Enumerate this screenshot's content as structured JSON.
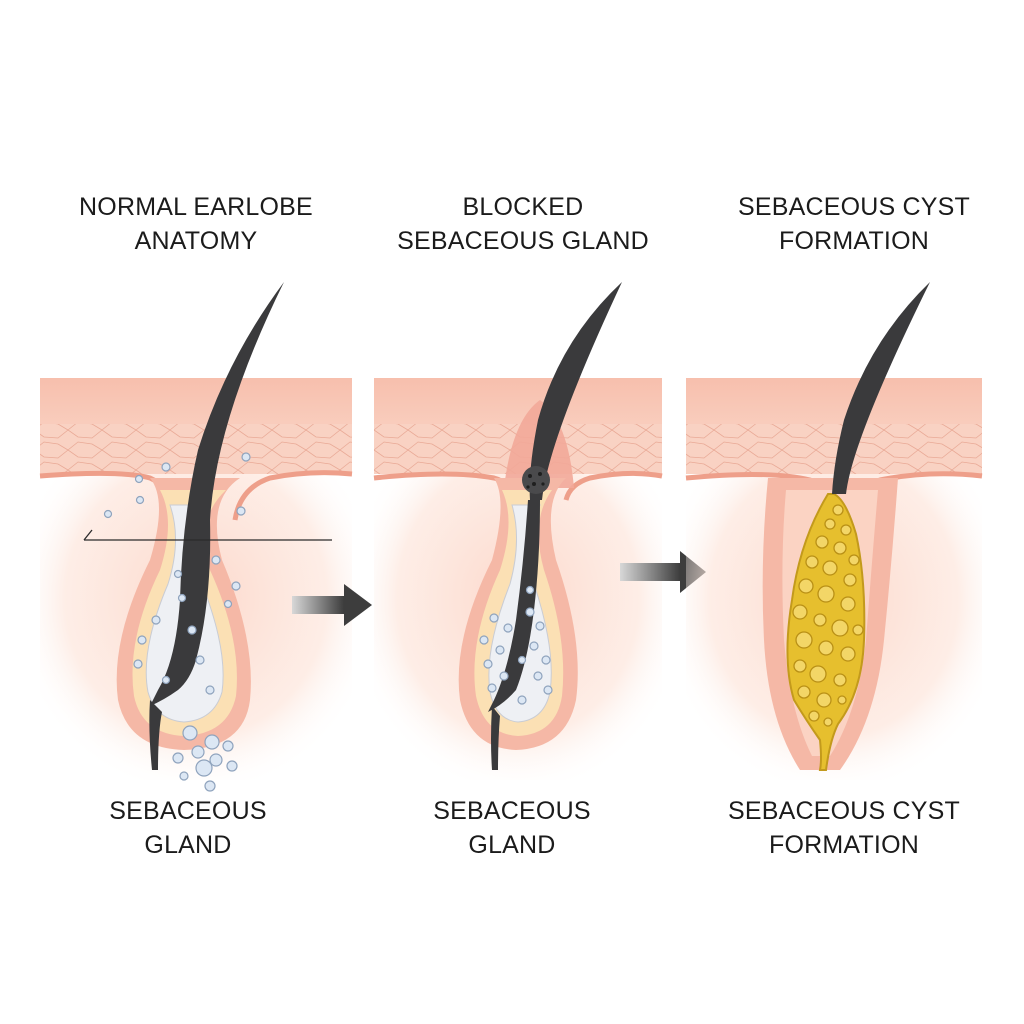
{
  "panels": [
    {
      "title_lines": [
        "NORMAL EARLOBE",
        "ANATOMY"
      ],
      "caption_lines": [
        "SEBACEOUS",
        "GLAND"
      ]
    },
    {
      "title_lines": [
        "BLOCKED",
        "SEBACEOUS GLAND"
      ],
      "caption_lines": [
        "SEBACEOUS",
        "GLAND"
      ]
    },
    {
      "title_lines": [
        "SEBACEOUS CYST",
        "FORMATION"
      ],
      "caption_lines": [
        "SEBACEOUS CYST",
        "FORMATION"
      ]
    }
  ],
  "colors": {
    "skin": "#f8c3b2",
    "skin_light": "#fbd9cc",
    "dermis_glow": "#fde2d8",
    "gland_wall": "#f3b2a0",
    "hair": "#3a3a3c",
    "sebum_bubble": "#dbe8f5",
    "cyst_fill": "#e8c233",
    "arrow": "#4a4a4a"
  },
  "icons": [
    "right-arrow-icon",
    "right-arrow-icon"
  ]
}
